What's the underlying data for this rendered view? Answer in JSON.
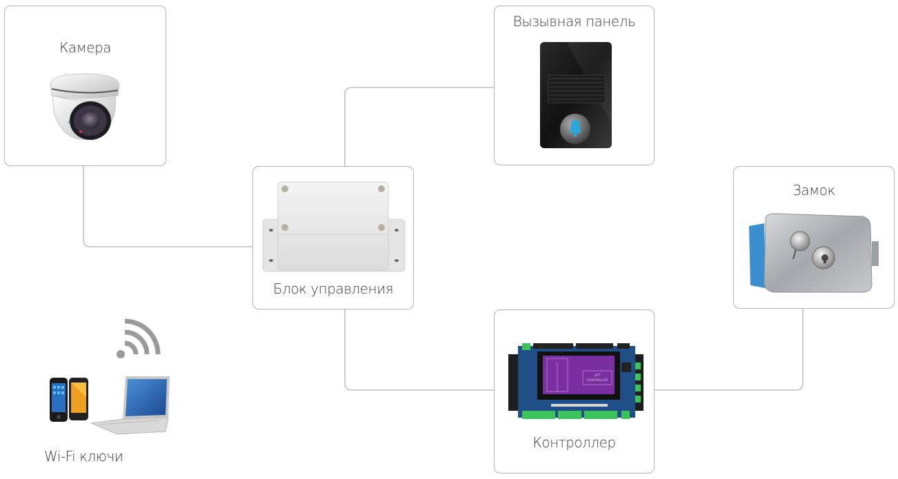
{
  "diagram": {
    "nodes": {
      "camera": {
        "label": "Камера",
        "icon": "dome-camera-icon"
      },
      "call_panel": {
        "label": "Вызывная панель",
        "icon": "intercom-call-panel-icon"
      },
      "control_unit": {
        "label": "Блок управления",
        "icon": "enclosure-box-icon"
      },
      "lock": {
        "label": "Замок",
        "icon": "electromechanical-lock-icon"
      },
      "controller": {
        "label": "Контроллер",
        "icon": "controller-board-icon",
        "board_text": [
          "LIFT",
          "CONTROLLER"
        ]
      },
      "wifi_keys": {
        "label": "Wi-Fi ключи",
        "icons": [
          "wifi-signal-icon",
          "smartphone-icon",
          "laptop-icon"
        ]
      }
    },
    "connections": [
      {
        "from": "camera",
        "to": "control_unit"
      },
      {
        "from": "control_unit",
        "to": "call_panel"
      },
      {
        "from": "control_unit",
        "to": "controller"
      },
      {
        "from": "controller",
        "to": "lock"
      }
    ],
    "colors": {
      "line": "#b3b3b3",
      "text": "#3a3a3a",
      "lock_blue": "#3a8fd0",
      "board_blue": "#1f4f86",
      "screen_purple": "#7a2fa0",
      "terminal_green": "#3cc45a",
      "wifi_gray": "#9a9a9a"
    }
  }
}
